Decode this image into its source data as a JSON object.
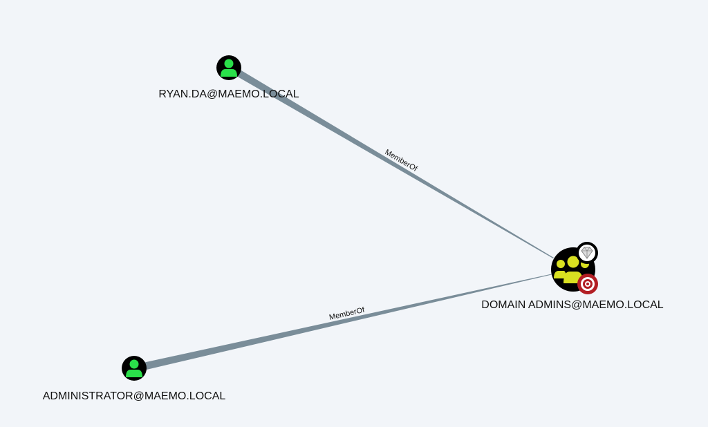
{
  "nodes": [
    {
      "id": "ryan",
      "label": "RYAN.DA@MAEMO.LOCAL",
      "type": "User",
      "icon": "user-icon",
      "color": "#2ae04a"
    },
    {
      "id": "admin",
      "label": "ADMINISTRATOR@MAEMO.LOCAL",
      "type": "User",
      "icon": "user-icon",
      "color": "#2ae04a"
    },
    {
      "id": "da",
      "label": "DOMAIN ADMINS@MAEMO.LOCAL",
      "type": "Group",
      "icon": "group-icon",
      "color": "#d9e021",
      "badges": [
        "high-value-diamond-icon",
        "target-icon"
      ]
    }
  ],
  "edges": [
    {
      "from": "ryan",
      "to": "da",
      "label": "MemberOf"
    },
    {
      "from": "admin",
      "to": "da",
      "label": "MemberOf"
    }
  ],
  "colors": {
    "background": "#f2f5f9",
    "edge": "#7a8d99"
  }
}
